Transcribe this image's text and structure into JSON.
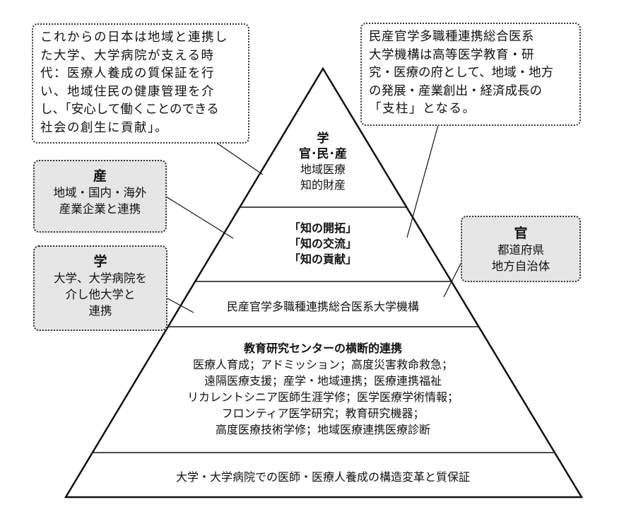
{
  "callout_left": {
    "lines": [
      "これからの日本は地域と連携し",
      "た大学、大学病院が支える時",
      "代：医療人養成の質保証を行",
      "い、地域住民の健康管理を介",
      "し、「安心して働くことのできる",
      "社会の創生に貢献」。"
    ]
  },
  "callout_right": {
    "lines": [
      "民産官学多職種連携総合医系",
      "大学機構は高等医学教育・研",
      "究・医療の府として、地域・地方",
      "の発展・産業創出・経済成長の",
      "「支柱」となる。"
    ]
  },
  "box_industry": {
    "title": "産",
    "lines": [
      "地域・国内・海外",
      "産業企業と連携"
    ]
  },
  "box_academia": {
    "title": "学",
    "lines": [
      "大学、大学病院を",
      "介し他大学と",
      "連携"
    ]
  },
  "box_government": {
    "title": "官",
    "lines": [
      "都道府県",
      "地方自治体"
    ]
  },
  "pyramid": {
    "tier1": {
      "title1": "学",
      "title2": "官･民･産",
      "lines": [
        "地域医療",
        "知的財産"
      ]
    },
    "tier2": {
      "lines": [
        "「知の開拓」",
        "「知の交流」",
        "「知の貢献」"
      ]
    },
    "tier3": {
      "text": "民産官学多職種連携総合医系大学機構"
    },
    "tier4": {
      "title": "教育研究センターの横断的連携",
      "lines": [
        "医療人育成；アドミッション；高度災害救命救急；",
        "遠隔医療支援；産学・地域連携；医療連携福祉",
        "リカレントシニア医師生涯学修；医学医療学術情報；",
        "フロンティア医学研究；教育研究機器；",
        "高度医療技術学修；地域医療連携医療診断"
      ]
    },
    "tier5": {
      "text": "大学・大学病院での医師・医療人養成の構造変革と質保証"
    }
  }
}
